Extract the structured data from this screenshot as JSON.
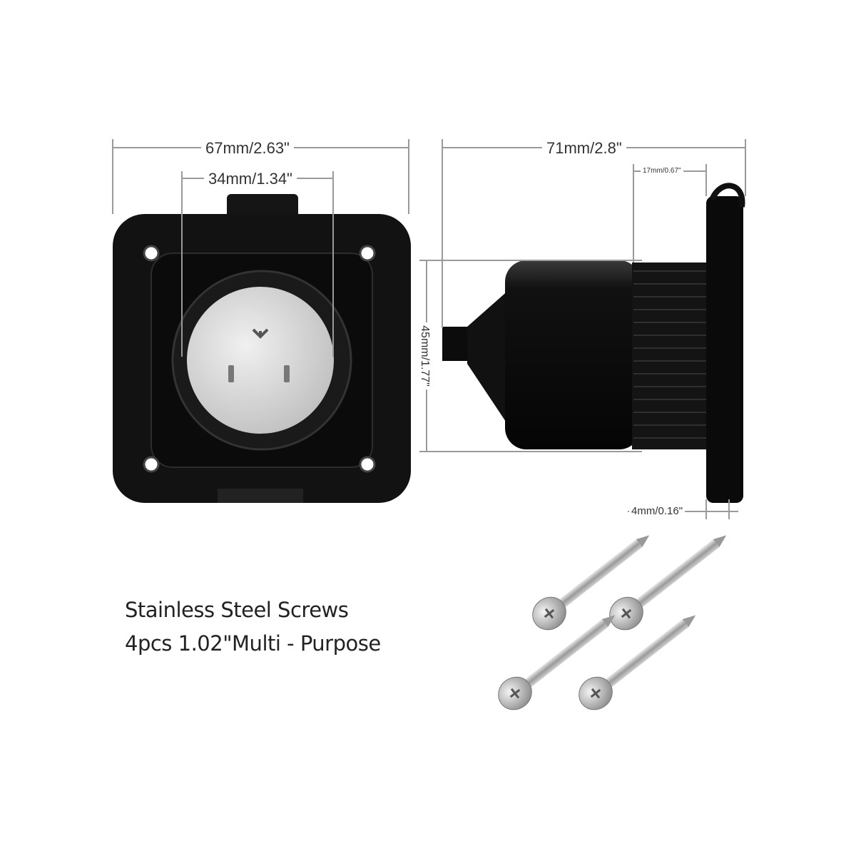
{
  "dimensions": {
    "width_outer": "67mm/2.63\"",
    "width_inner": "34mm/1.34\"",
    "length": "71mm/2.8\"",
    "thread_length": "17mm/0.67\"",
    "height": "45mm/1.77\"",
    "flange_thickness": "4mm/0.16\""
  },
  "caption": {
    "line1": "Stainless Steel Screws",
    "line2": "4pcs 1.02\"Multi - Purpose"
  },
  "colors": {
    "body": "#111111",
    "face": "#d9d9d9",
    "dim_line": "#9a9a9a"
  }
}
